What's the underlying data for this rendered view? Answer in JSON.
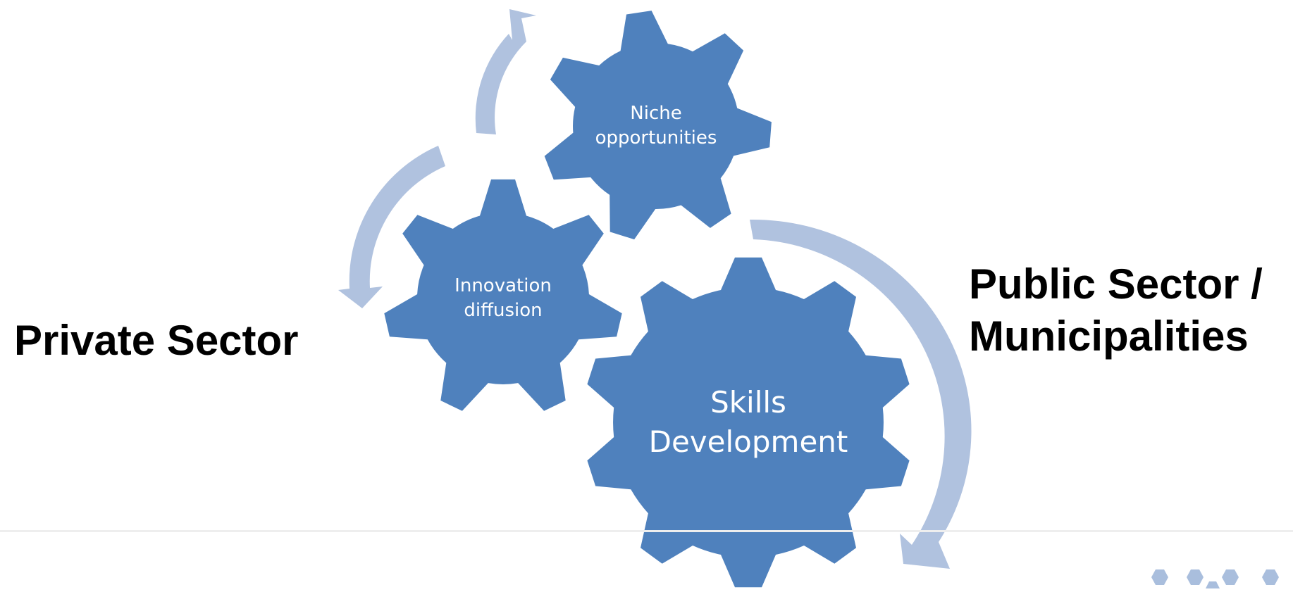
{
  "labels": {
    "private_sector": "Private Sector",
    "public_sector_line1": "Public Sector /",
    "public_sector_line2": "Municipalities"
  },
  "gears": {
    "niche": {
      "line1": "Niche",
      "line2": "opportunities"
    },
    "innovation": {
      "line1": "Innovation",
      "line2": "diffusion"
    },
    "skills": {
      "line1": "Skills",
      "line2": "Development"
    }
  },
  "colors": {
    "gear_fill": "#4F81BD",
    "arrow_fill": "#B0C2DF",
    "text_dark": "#000000",
    "text_light": "#FFFFFF",
    "divider": "#EEEEEE",
    "logo_fill": "#A9BEDD"
  }
}
